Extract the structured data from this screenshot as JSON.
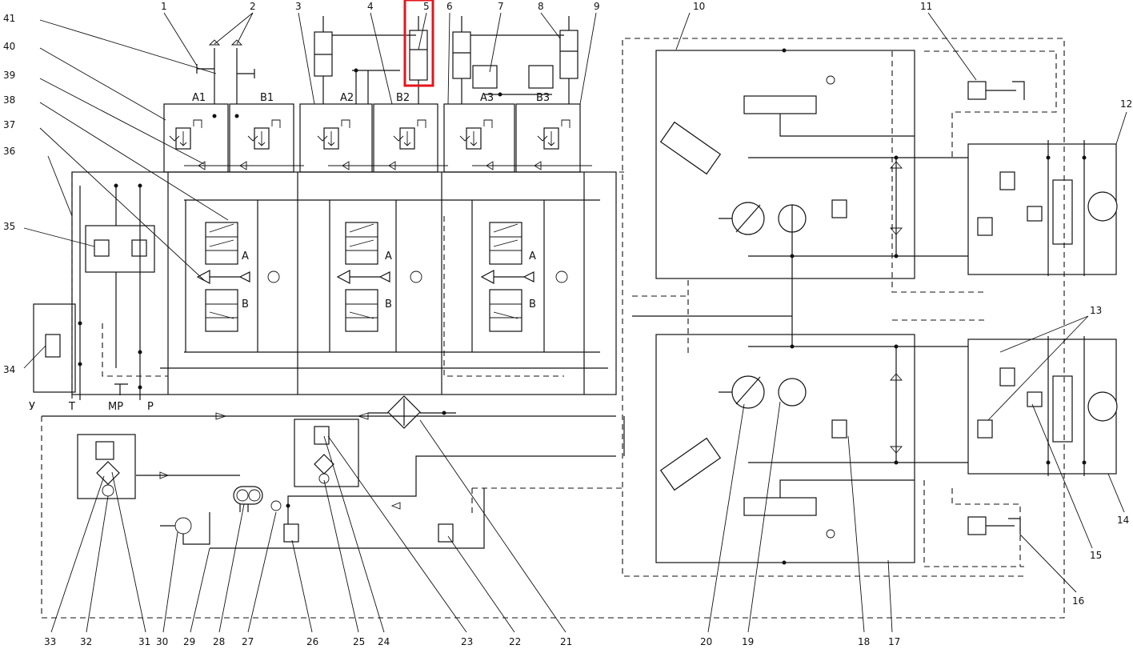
{
  "diagram": {
    "callouts": [
      "1",
      "2",
      "3",
      "4",
      "5",
      "6",
      "7",
      "8",
      "9",
      "10",
      "11",
      "12",
      "13",
      "14",
      "15",
      "16",
      "17",
      "18",
      "19",
      "20",
      "21",
      "22",
      "23",
      "24",
      "25",
      "26",
      "27",
      "28",
      "29",
      "30",
      "31",
      "32",
      "33",
      "34",
      "35",
      "36",
      "37",
      "38",
      "39",
      "40",
      "41"
    ],
    "port_labels": {
      "a1": "A1",
      "b1": "B1",
      "a2": "A2",
      "b2": "B2",
      "a3": "A3",
      "b3": "B3",
      "u": "У",
      "t": "T",
      "mp": "MP",
      "p": "P",
      "spool_a": "A",
      "spool_b": "B"
    },
    "highlight_color": "#e4151b"
  }
}
